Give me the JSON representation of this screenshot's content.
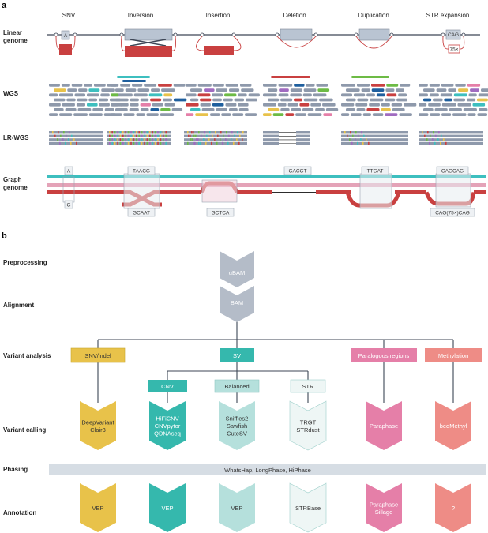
{
  "panel_a": {
    "letter": "a",
    "columns": [
      "SNV",
      "Inversion",
      "Insertion",
      "Deletion",
      "Duplication",
      "STR expansion"
    ],
    "rows": {
      "linear": [
        "Linear",
        "genome"
      ],
      "wgs": "WGS",
      "lrwgs": "LR-WGS",
      "graph": [
        "Graph",
        "genome"
      ]
    },
    "linear_labels": {
      "snv": "A",
      "str": "CAG",
      "str_exp": "75×"
    },
    "graph_labels": {
      "snv_top": "A",
      "snv_bottom": "G",
      "inv_top": "TAACG",
      "inv_bottom": "GCAAT",
      "ins_bottom": "GCTCA",
      "del_top": "GACGT",
      "dup_top": "TTGAT",
      "str_top": "CAGCAG",
      "str_bottom": "CAG(75×)CAG"
    }
  },
  "panel_b": {
    "letter": "b",
    "stages": {
      "preprocessing": "Preprocessing",
      "alignment": "Alignment",
      "variant_analysis": "Variant analysis",
      "variant_calling": "Variant calling",
      "phasing": "Phasing",
      "annotation": "Annotation"
    },
    "nodes": {
      "ubam": "uBAM",
      "bam": "BAM"
    },
    "categories": {
      "snv": "SNV/indel",
      "sv": "SV",
      "paralogous": "Paralogous regions",
      "methylation": "Methylation"
    },
    "sv_types": {
      "cnv": "CNV",
      "balanced": "Balanced",
      "str": "STR"
    },
    "callers": {
      "snv": [
        "DeepVariant",
        "Clair3"
      ],
      "cnv": [
        "HiFiCNV",
        "CNVpytor",
        "QDNAseq"
      ],
      "balanced": [
        "Sniffles2",
        "Sawfish",
        "CuteSV"
      ],
      "str": [
        "TRGT",
        "STRdust"
      ],
      "paralogous": [
        "Paraphase"
      ],
      "methylation": [
        "bedMethyl"
      ]
    },
    "phasing_tools": "WhatsHap, LongPhase, HiPhase",
    "annotations": {
      "snv": [
        "VEP"
      ],
      "cnv": [
        "VEP"
      ],
      "balanced": [
        "VEP"
      ],
      "str": [
        "STRBase"
      ],
      "paralogous": [
        "Paraphase",
        "Sillago"
      ],
      "methylation": [
        "?"
      ]
    },
    "colors": {
      "snv": "#e8c24a",
      "cnv": "#35b8ad",
      "balanced": "#b5e0dc",
      "str": "#eef6f5",
      "paralogous": "#e57fa8",
      "methylation": "#ee8c86",
      "gray": "#b4bcc8",
      "phasing": "#d6dde4"
    }
  }
}
